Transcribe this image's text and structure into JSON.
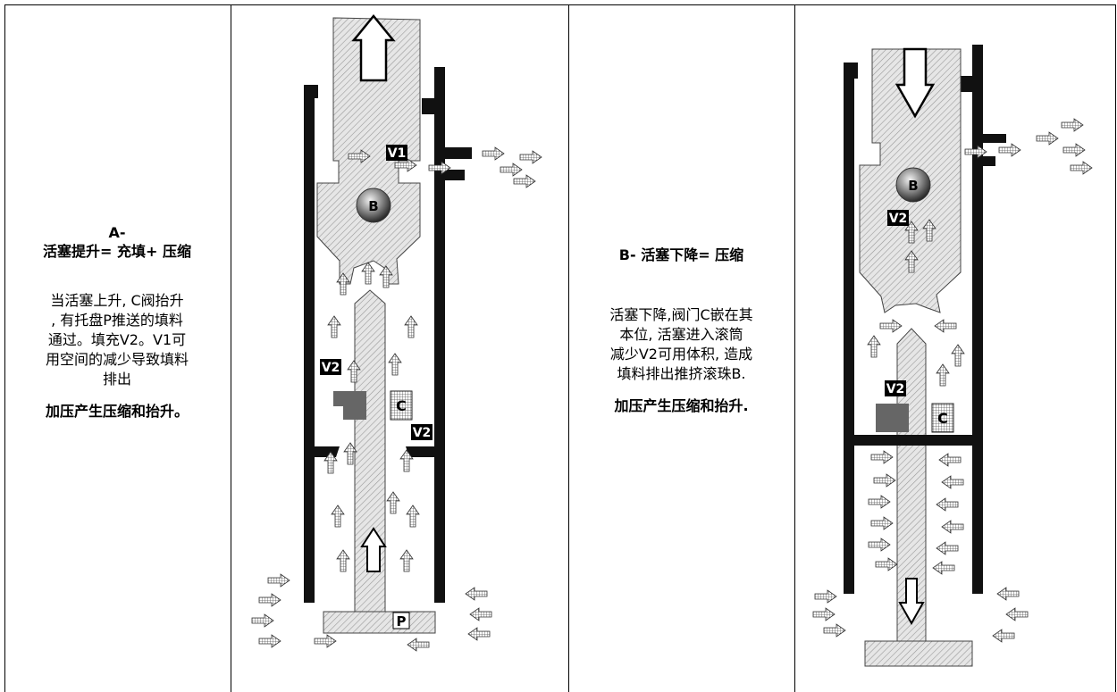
{
  "panel_a": {
    "title_line1": "A-",
    "title_line2": "活塞提升= 充填+ 压缩",
    "body": [
      "当活塞上升, C阀抬升",
      ", 有托盘P推送的填料",
      "通过。填充V2。V1可",
      "用空间的减少导致填料",
      "排出"
    ],
    "footer": "加压产生压缩和抬升。"
  },
  "panel_b": {
    "title": "B- 活塞下降= 压缩",
    "body": [
      "活塞下降,阀门C嵌在其",
      "本位, 活塞进入滚筒",
      "减少V2可用体积, 造成",
      "填料排出推挤滚珠B."
    ],
    "footer": "加压产生压缩和抬升."
  },
  "diagram_left": {
    "v1": "V1",
    "b": "B",
    "v2_upper": "V2",
    "c": "C",
    "v2_lower": "V2",
    "p": "P"
  },
  "diagram_right": {
    "b": "B",
    "v2_upper": "V2",
    "v2_lower": "V2",
    "c": "C"
  },
  "colors": {
    "border": "#000000",
    "hatch": "#c8c8c8",
    "wall": "#111111",
    "ball": "#8a8a8a"
  }
}
